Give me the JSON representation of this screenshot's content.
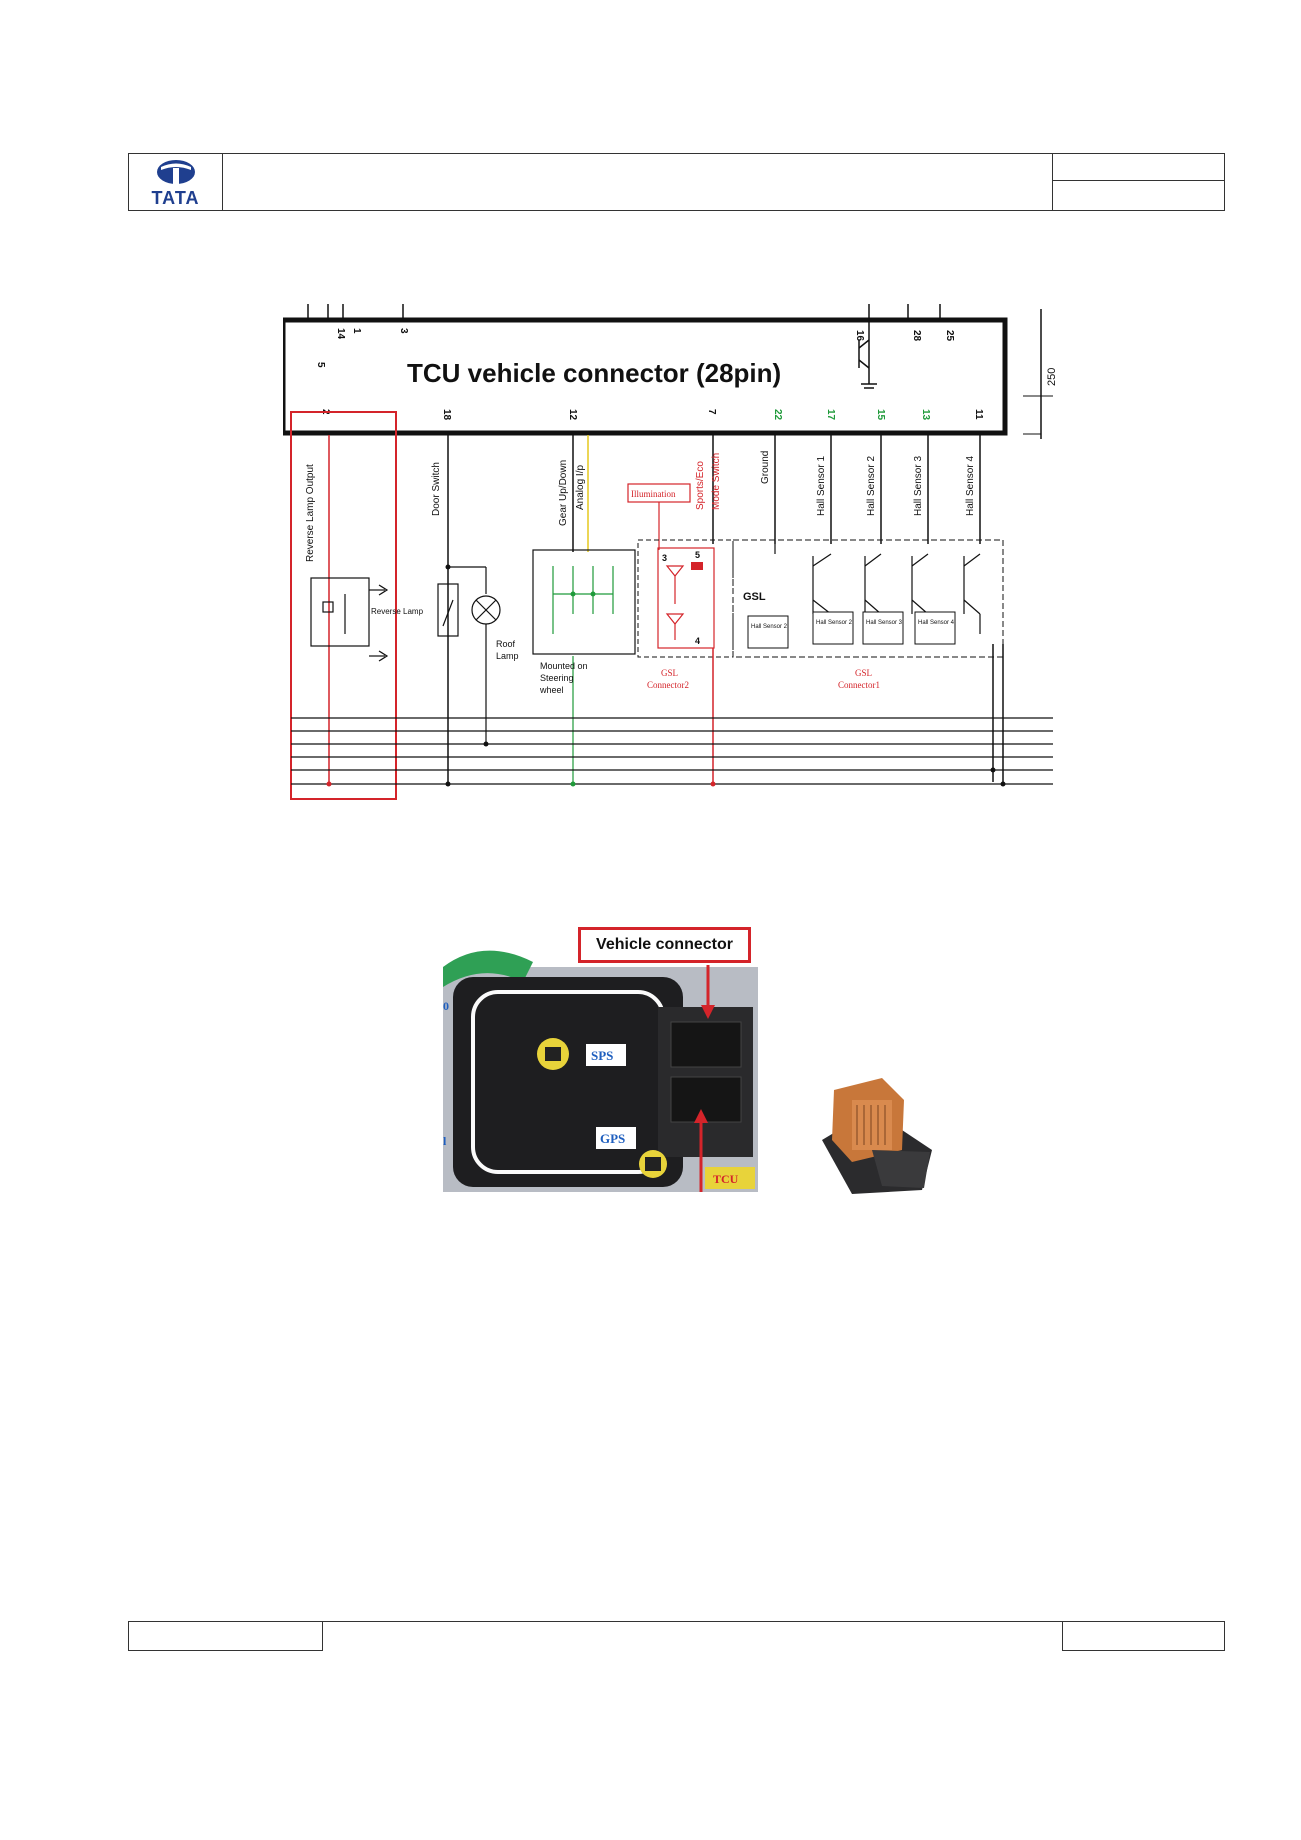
{
  "header": {
    "logo_text": "TATA",
    "logo_color": "#1f3f8f"
  },
  "schematic": {
    "title": "TCU  vehicle connector (28pin)",
    "pins_top": [
      "5",
      "14",
      "1",
      "3",
      "16",
      "28",
      "25"
    ],
    "pins_bottom": [
      "2",
      "18",
      "12",
      "7",
      "22",
      "17",
      "15",
      "13",
      "11"
    ],
    "side_label": "250",
    "signals": {
      "reverse_lamp_output": "Reverse Lamp Output",
      "door_switch": "Door Switch",
      "gear_updown": "Gear  Up/Down",
      "analog_ip": "Analog I/p",
      "sports_eco": "Sports/Eco",
      "mode_switch": "Mode Switch",
      "ground": "Ground",
      "hall_sensor_1": "Hall Sensor 1",
      "hall_sensor_2": "Hall Sensor 2",
      "hall_sensor_3": "Hall Sensor 3",
      "hall_sensor_4": "Hall Sensor 4"
    },
    "components": {
      "reverse_lamp": "Reverse Lamp",
      "roof_lamp": "Roof Lamp",
      "mounted_on": "Mounted on",
      "steering": "Steering",
      "wheel": "wheel",
      "illumination": "Illumination",
      "gsl": "GSL",
      "gsl_connector2_a": "GSL",
      "gsl_connector2_b": "Connector2",
      "gsl_connector1_a": "GSL",
      "gsl_connector1_b": "Connector1",
      "hall_boxes": [
        "Hall Sensor 2",
        "Hall Sensor 2",
        "Hall Sensor 3",
        "Hall Sensor 4"
      ]
    },
    "colors": {
      "red": "#d4242a",
      "green": "#1f9a3a",
      "yellow": "#e6c81e",
      "black": "#111111"
    }
  },
  "photo": {
    "callout": "Vehicle connector",
    "sps": "SPS",
    "gps": "GPS",
    "tcu": "TCU",
    "edge_zero": "0",
    "edge_one": "l"
  }
}
